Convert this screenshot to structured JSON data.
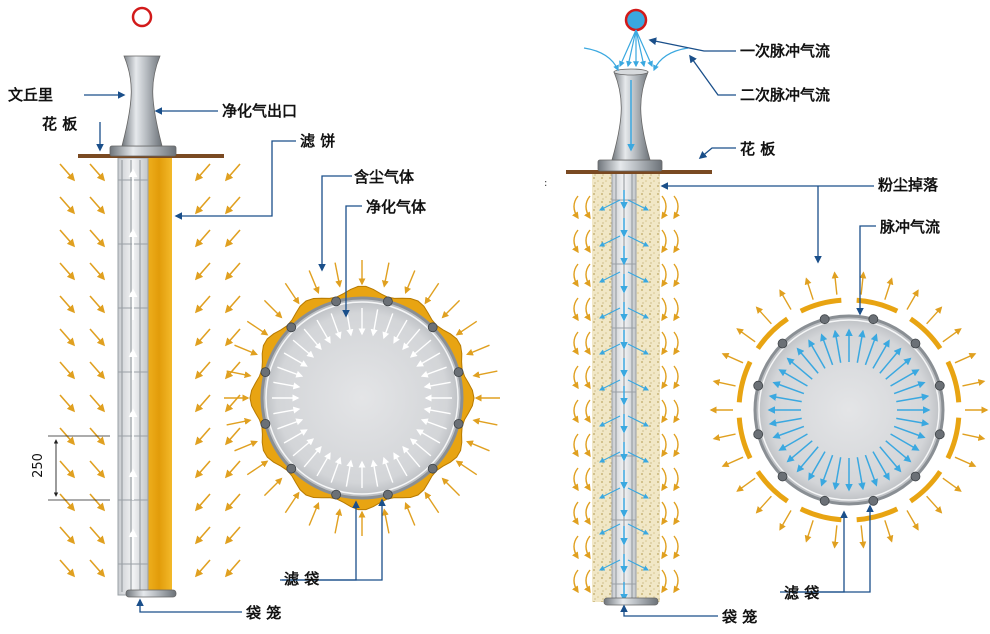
{
  "left_diagram": {
    "venturi_label": "文丘里",
    "tube_sheet_label": "花 板",
    "clean_gas_outlet_label": "净化气出口",
    "filter_cake_label": "滤 饼",
    "dusty_gas_label": "含尘气体",
    "clean_gas_label": "净化气体",
    "filter_bag_label": "滤 袋",
    "bag_cage_label": "袋 笼",
    "dimension_value": "250"
  },
  "right_diagram": {
    "primary_pulse_label": "一次脉冲气流",
    "secondary_pulse_label": "二次脉冲气流",
    "tube_sheet_label": "花 板",
    "dust_falling_label": "粉尘掉落",
    "pulse_airflow_label": "脉冲气流",
    "filter_bag_label": "滤 袋",
    "bag_cage_label": "袋 笼"
  },
  "colors": {
    "dust_gas_arrow": "#e0a020",
    "filter_cake": "#e8a412",
    "pulse_arrow": "#3aa8e0",
    "tube_sheet": "#7a4a22",
    "steel": "#9ea3a8",
    "nozzle_red": "#d21a1a",
    "nozzle_blue": "#3aa8e0",
    "leader_line": "#1a4f8a",
    "dust": "#e6d8a8"
  }
}
